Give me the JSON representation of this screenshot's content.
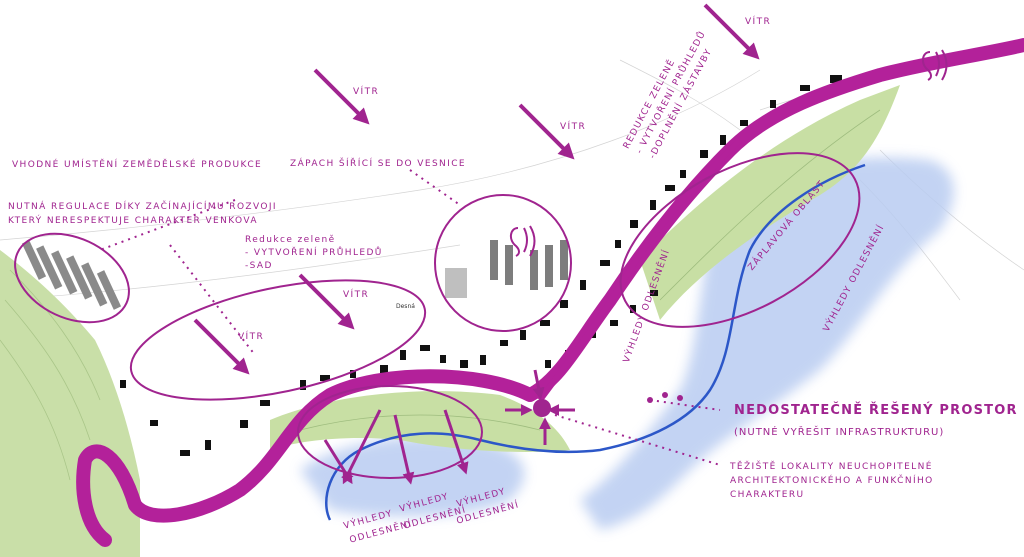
{
  "map": {
    "labels": {
      "wind": "VÍTR",
      "agri": "VHODNÉ UMÍSTĚNÍ ZEMĚDĚLSKÉ PRODUKCE",
      "regulation_1": "NUTNÁ REGULACE DÍKY ZAČÍNAJÍCÍMU ROZVOJI",
      "regulation_2": "KTERÝ NERESPEKTUJE CHARAKTER VENKOVA",
      "greenery_sad_1": "Redukce zeleně",
      "greenery_sad_2": "- vytvoření průhledů",
      "greenery_sad_3": "-sad",
      "smell": "ZÁPACH ŠÍŘÍCÍ SE DO VESNICE",
      "greenery_top_1": "REDUKCE ZELENĚ",
      "greenery_top_2": "- VYTVOŘENÍ PRŮHLEDŮ",
      "greenery_top_3": "-DOPLNĚNÍ ZÁSTAVBY",
      "flood": "ZÁPLAVOVÁ OBLAST",
      "views_right": "VÝHLEDY ODLESNĚNÍ",
      "views_mid": "VÝHLEDY ODLESNĚNÍ",
      "street_title": "NEDOSTATEČNĚ ŘEŠENÝ PROSTOR ULICE",
      "street_sub": "(NUTNÉ VYŘEŠIT INFRASTRUKTURU)",
      "centre_1": "TĚŽIŠTĚ LOKALITY NEUCHOPITELNÉ",
      "centre_2": "ARCHITEKTONICKÉHO A FUNKČNÍHO",
      "centre_3": "CHARAKTERU",
      "views_bottom_1_a": "VÝHLEDY",
      "views_bottom_1_b": "ODLESNĚNÍ",
      "views_bottom_2_a": "VÝHLEDY",
      "views_bottom_2_b": "ODLESNĚNÍ",
      "views_bottom_3_a": "VÝHLEDY",
      "views_bottom_3_b": "ODLESNĚNÍ",
      "village_name": "Desná"
    },
    "colors": {
      "accent": "#a0248f",
      "road": "#b3219a",
      "green": "#c8dfa4",
      "water": "#b9ccf1",
      "river": "#2c57c8",
      "building": "#111111"
    },
    "icons": [
      "arrow-icon",
      "ear-icon",
      "ellipse-marker"
    ]
  }
}
